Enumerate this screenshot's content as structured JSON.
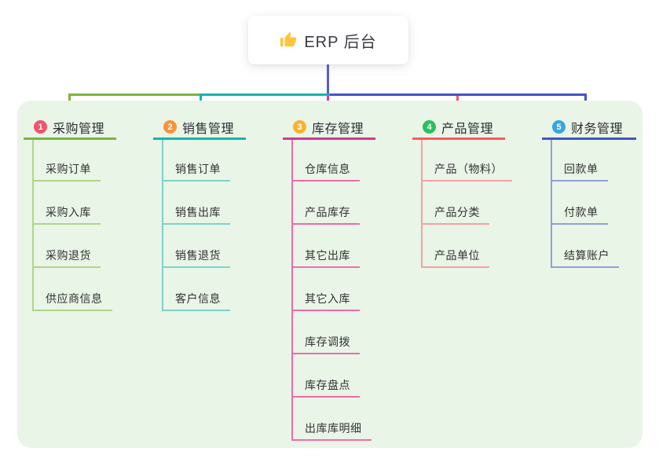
{
  "root": {
    "label": "ERP 后台",
    "icon": "thumbs-up-icon",
    "icon_color": "#FFC53D"
  },
  "panel": {
    "background": "#E9F5E7"
  },
  "connector": {
    "root_line": "#555FC8",
    "segment_colors": [
      "#7CB342",
      "#14B5AB",
      "#4353C5"
    ],
    "drop_colors": [
      "#7CB342",
      "#14B5AB",
      "#D83A9D",
      "#F2566D",
      "#4353C5"
    ]
  },
  "branches": [
    {
      "badge": "1",
      "badge_color": "#F2536B",
      "accent": "#7CB342",
      "light_line": "#AFD688",
      "label": "采购管理",
      "children": [
        "采购订单",
        "采购入库",
        "采购退货",
        "供应商信息"
      ]
    },
    {
      "badge": "2",
      "badge_color": "#F9923E",
      "accent": "#14B5AB",
      "light_line": "#7DD2CA",
      "label": "销售管理",
      "children": [
        "销售订单",
        "销售出库",
        "销售退货",
        "客户信息"
      ]
    },
    {
      "badge": "3",
      "badge_color": "#F7B32B",
      "accent": "#D5378F",
      "light_line": "#F06BAB",
      "label": "库存管理",
      "children": [
        "仓库信息",
        "产品库存",
        "其它出库",
        "其它入库",
        "库存调拨",
        "库存盘点",
        "出库库明细"
      ]
    },
    {
      "badge": "4",
      "badge_color": "#2EBE62",
      "accent": "#FB5A5C",
      "light_line": "#F9A0A0",
      "label": "产品管理",
      "children": [
        "产品（物料）",
        "产品分类",
        "产品单位"
      ]
    },
    {
      "badge": "5",
      "badge_color": "#36A5E1",
      "accent": "#4353C5",
      "light_line": "#8FA0DB",
      "label": "财务管理",
      "children": [
        "回款单",
        "付款单",
        "结算账户"
      ]
    }
  ]
}
